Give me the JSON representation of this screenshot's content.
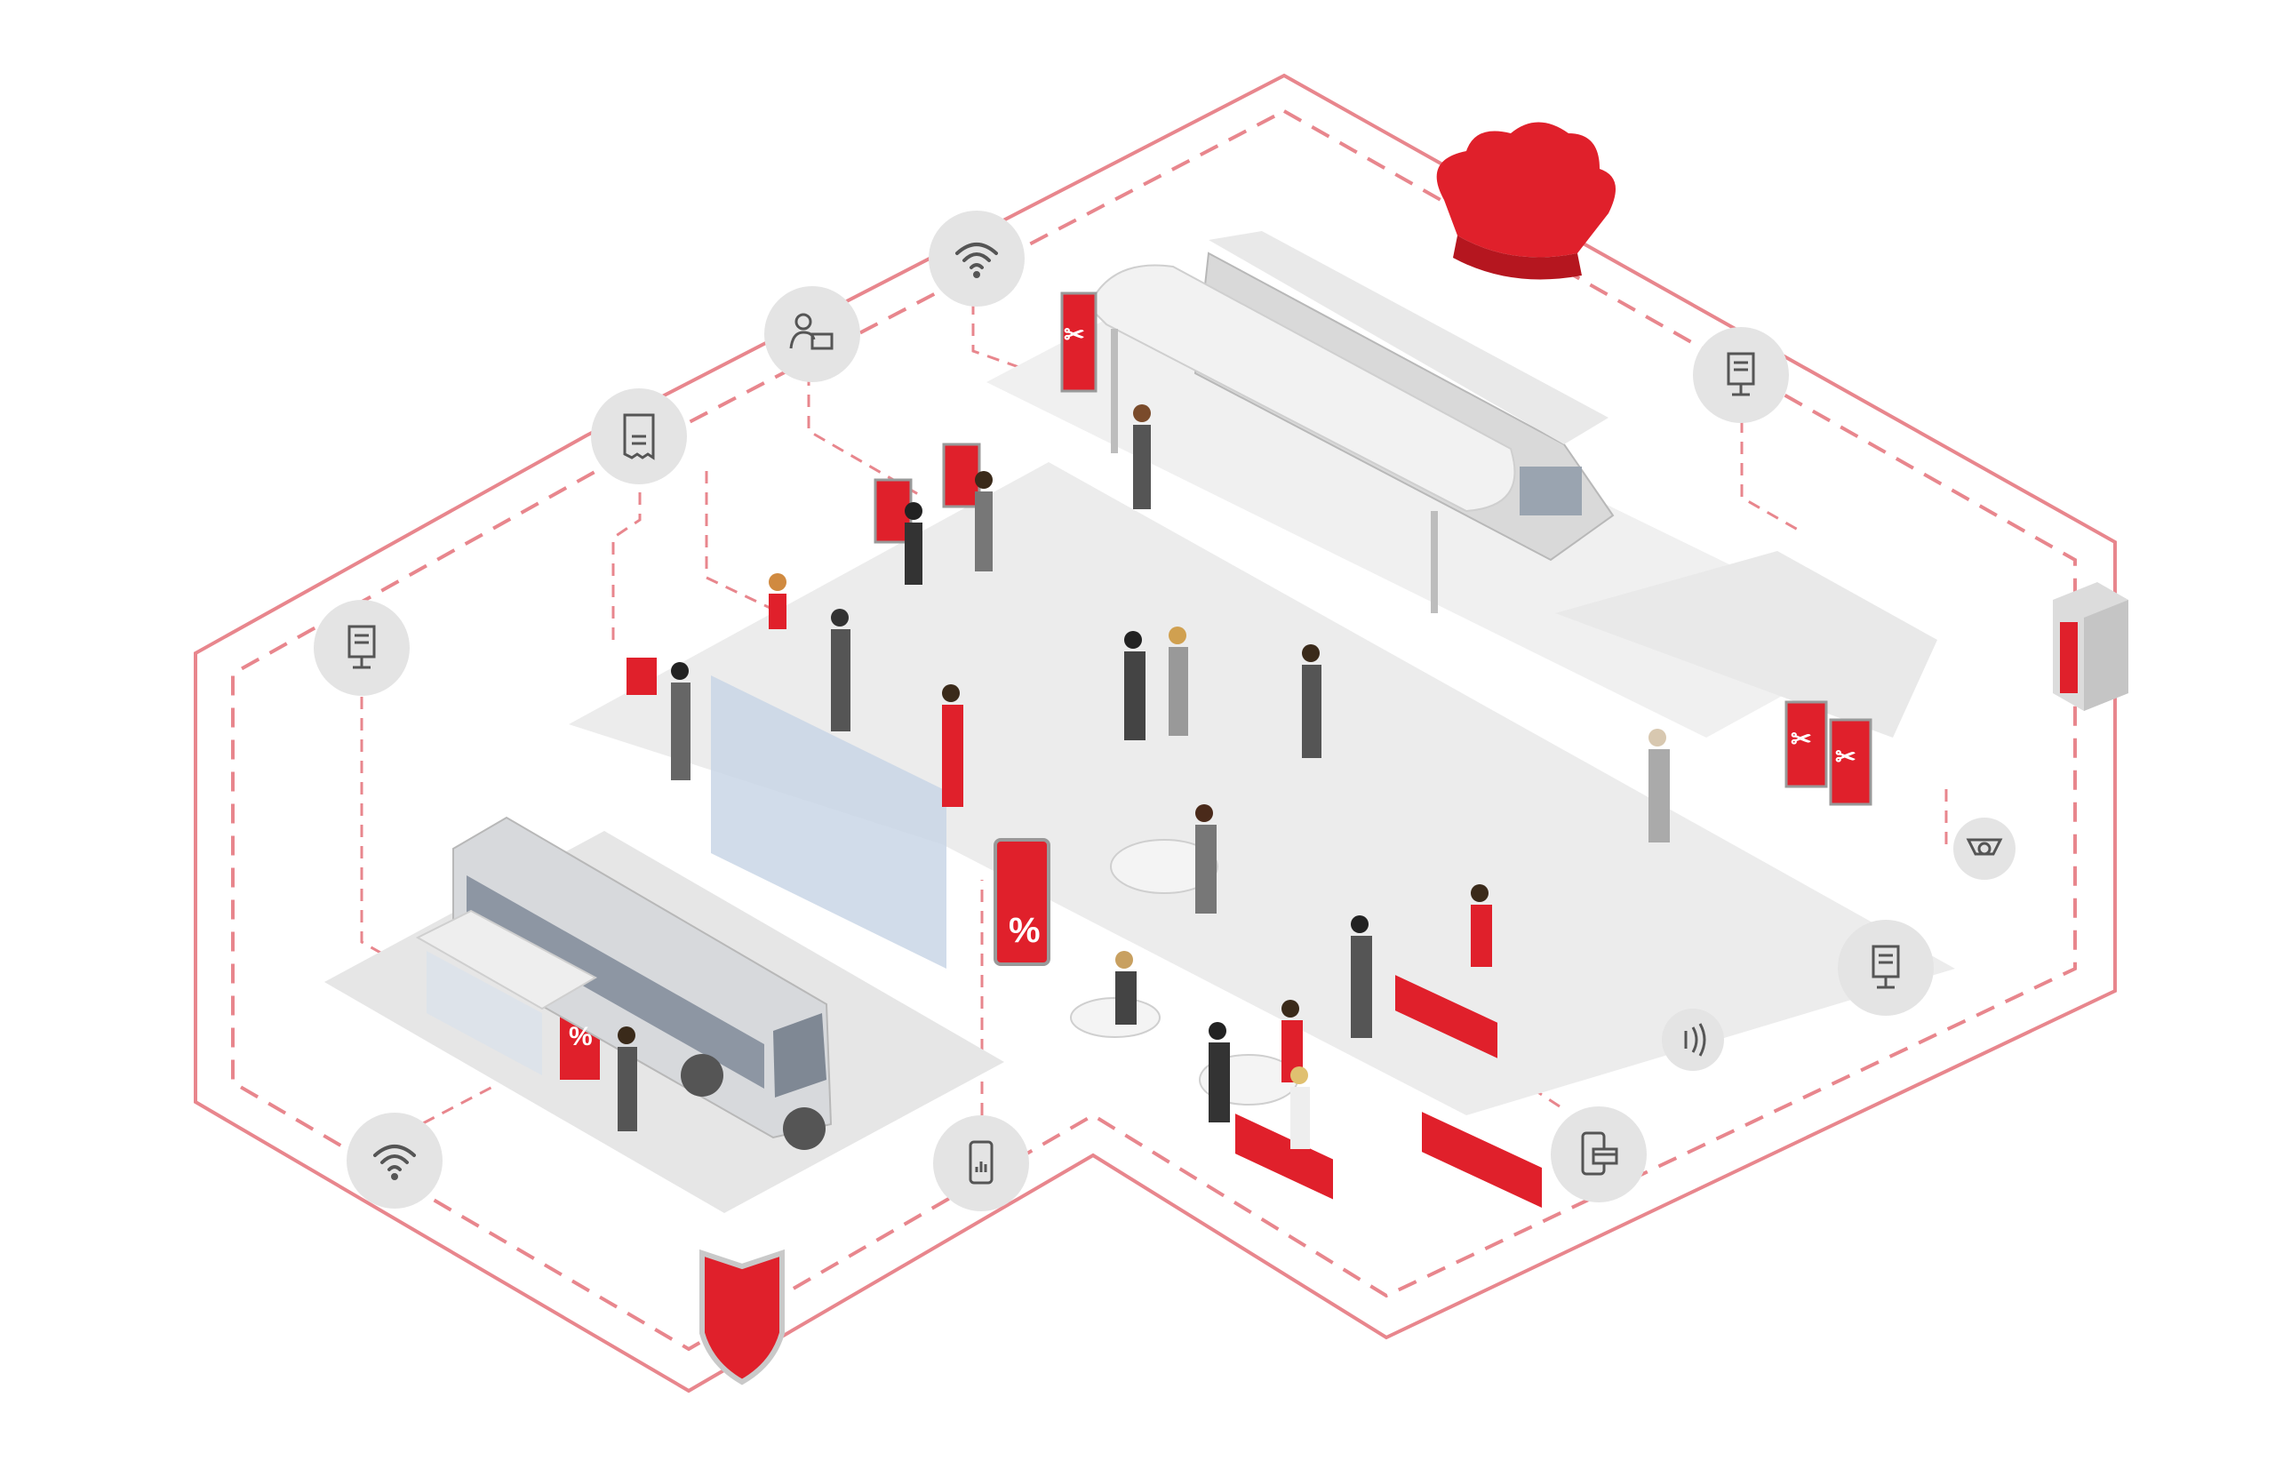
{
  "colors": {
    "accent": "#e0202b",
    "line": "#e8868d",
    "floor": "#ececec",
    "node": "#e4e4e4",
    "icon": "#555555",
    "panel": "#d4d4d4",
    "glass": "#c9d6e6"
  },
  "signage": {
    "percent_glyph": "%",
    "scissors_glyph": "✂"
  },
  "nodes": [
    {
      "id": "wifi-top",
      "icon": "wifi-icon"
    },
    {
      "id": "cashier",
      "icon": "cashier-icon"
    },
    {
      "id": "receipt",
      "icon": "receipt-discount-icon"
    },
    {
      "id": "kiosk-left",
      "icon": "kiosk-icon"
    },
    {
      "id": "wifi-bottom",
      "icon": "wifi-icon"
    },
    {
      "id": "mobile-analytics",
      "icon": "mobile-analytics-icon"
    },
    {
      "id": "mobile-payment",
      "icon": "mobile-payment-icon"
    },
    {
      "id": "nfc",
      "icon": "contactless-icon"
    },
    {
      "id": "kiosk-right",
      "icon": "kiosk-icon"
    },
    {
      "id": "camera",
      "icon": "security-camera-icon"
    },
    {
      "id": "kiosk-top-right",
      "icon": "kiosk-icon"
    },
    {
      "id": "cloud",
      "icon": "cloud-icon"
    },
    {
      "id": "server",
      "icon": "server-icon"
    },
    {
      "id": "shield",
      "icon": "shield-icon"
    }
  ]
}
